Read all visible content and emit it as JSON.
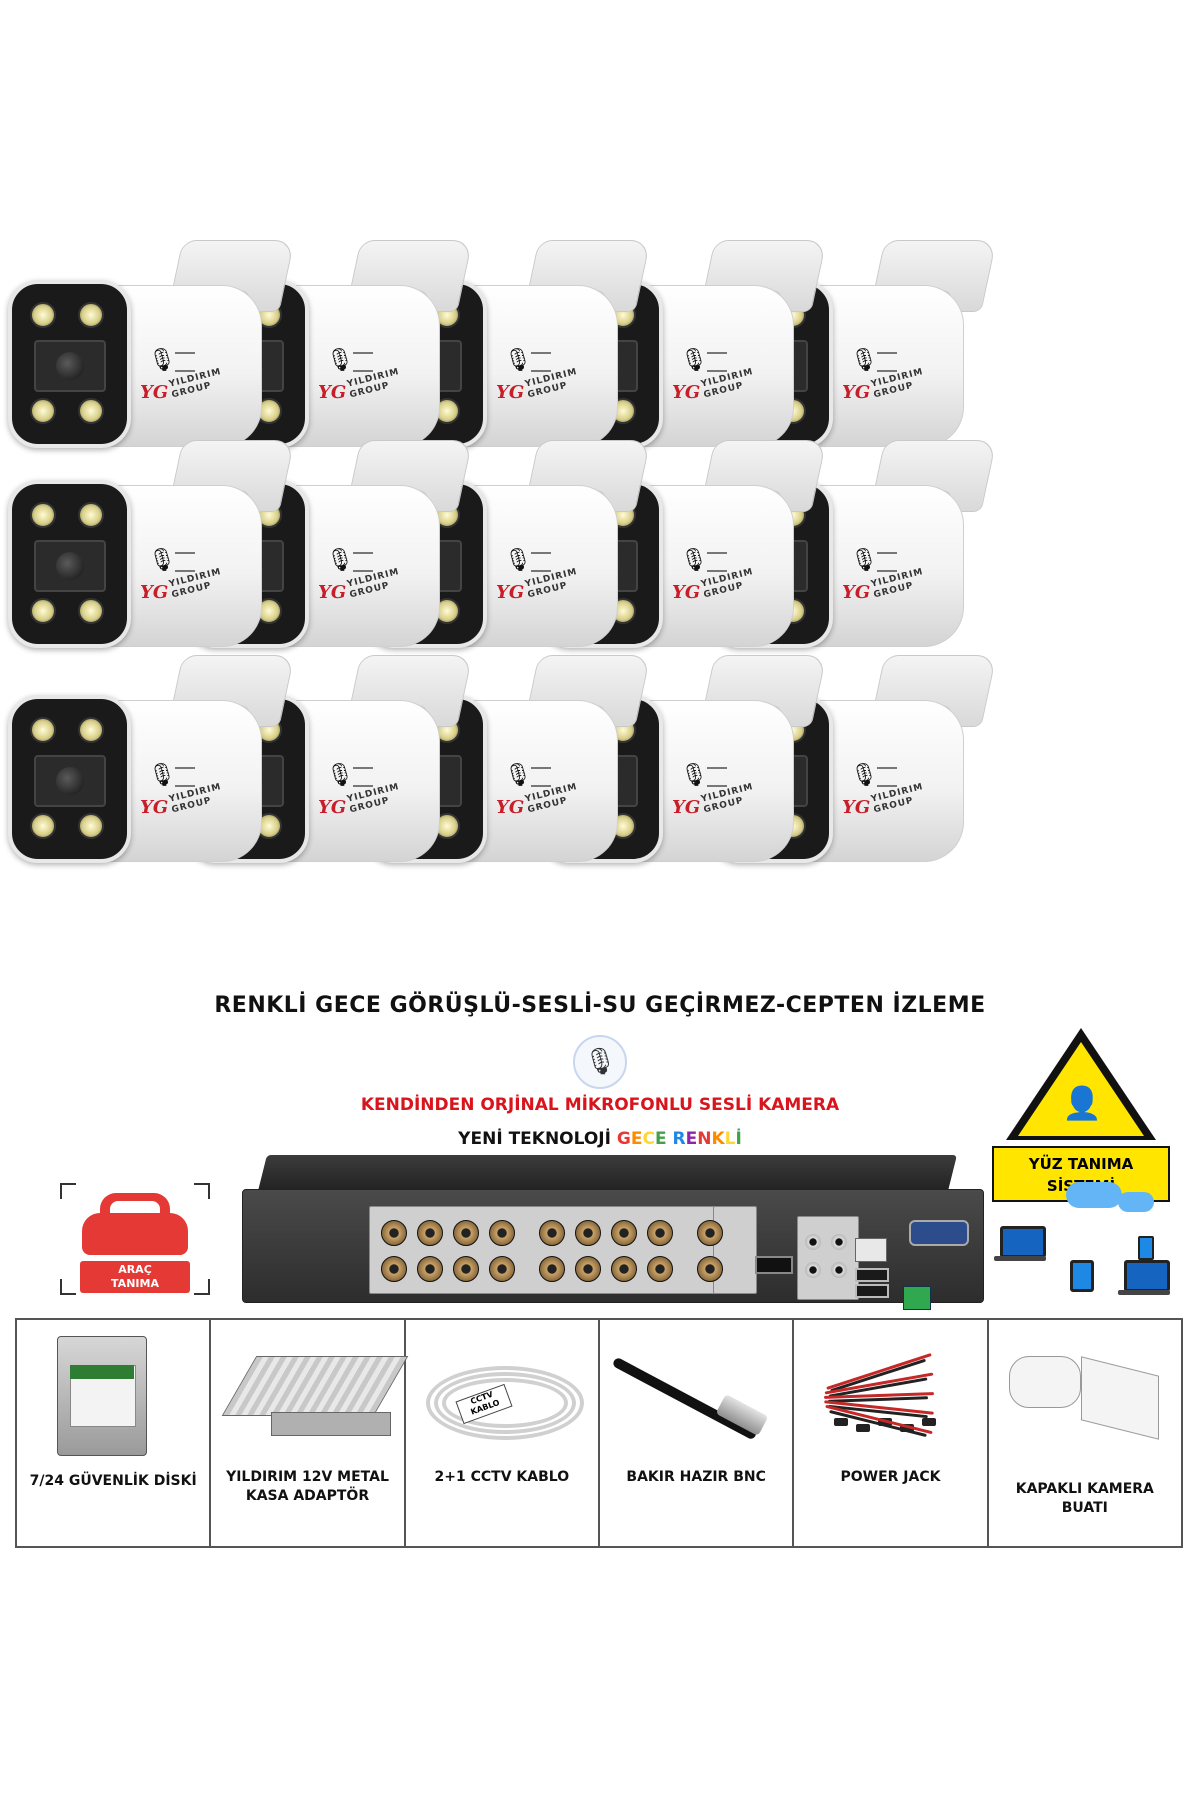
{
  "cameras": {
    "count": 15,
    "brand_mark": "YG",
    "brand_line1": "YILDIRIM",
    "brand_line2": "GROUP",
    "mic_icon": "microphone-icon"
  },
  "headline": "RENKLİ GECE GÖRÜŞLÜ-SESLİ-SU GEÇİRMEZ-CEPTEN  İZLEME",
  "mic_badge_icon": "microphone-icon",
  "red_line": "KENDİNDEN ORJİNAL MİKROFONLU SESLİ KAMERA",
  "tech_line": {
    "prefix": "YENİ TEKNOLOJİ ",
    "word1": "GECE",
    "word2": "RENKLİ"
  },
  "face_sign": {
    "line1": "YÜZ TANIMA",
    "line2": "SİSTEMİ",
    "icon": "face-scan-icon"
  },
  "car_badge": {
    "line1": "ARAÇ",
    "line2": "TANIMA",
    "icon": "car-icon"
  },
  "colors": {
    "brand_red": "#d8141d",
    "warning_yellow": "#ffe500",
    "car_red": "#e53935"
  },
  "accessories": [
    {
      "label": "7/24 GÜVENLİK DİSKİ",
      "icon": "hard-drive-icon"
    },
    {
      "label": "YILDIRIM 12V METAL KASA ADAPTÖR",
      "icon": "power-supply-icon"
    },
    {
      "label": "2+1 CCTV KABLO",
      "icon": "cable-coil-icon"
    },
    {
      "label": "BAKIR HAZIR BNC",
      "icon": "bnc-connector-icon"
    },
    {
      "label": "POWER JACK",
      "icon": "power-jack-icon"
    },
    {
      "label": "KAPAKLI KAMERA BUATI",
      "icon": "junction-box-icon"
    }
  ],
  "coil_tag": "CCTV KABLO"
}
